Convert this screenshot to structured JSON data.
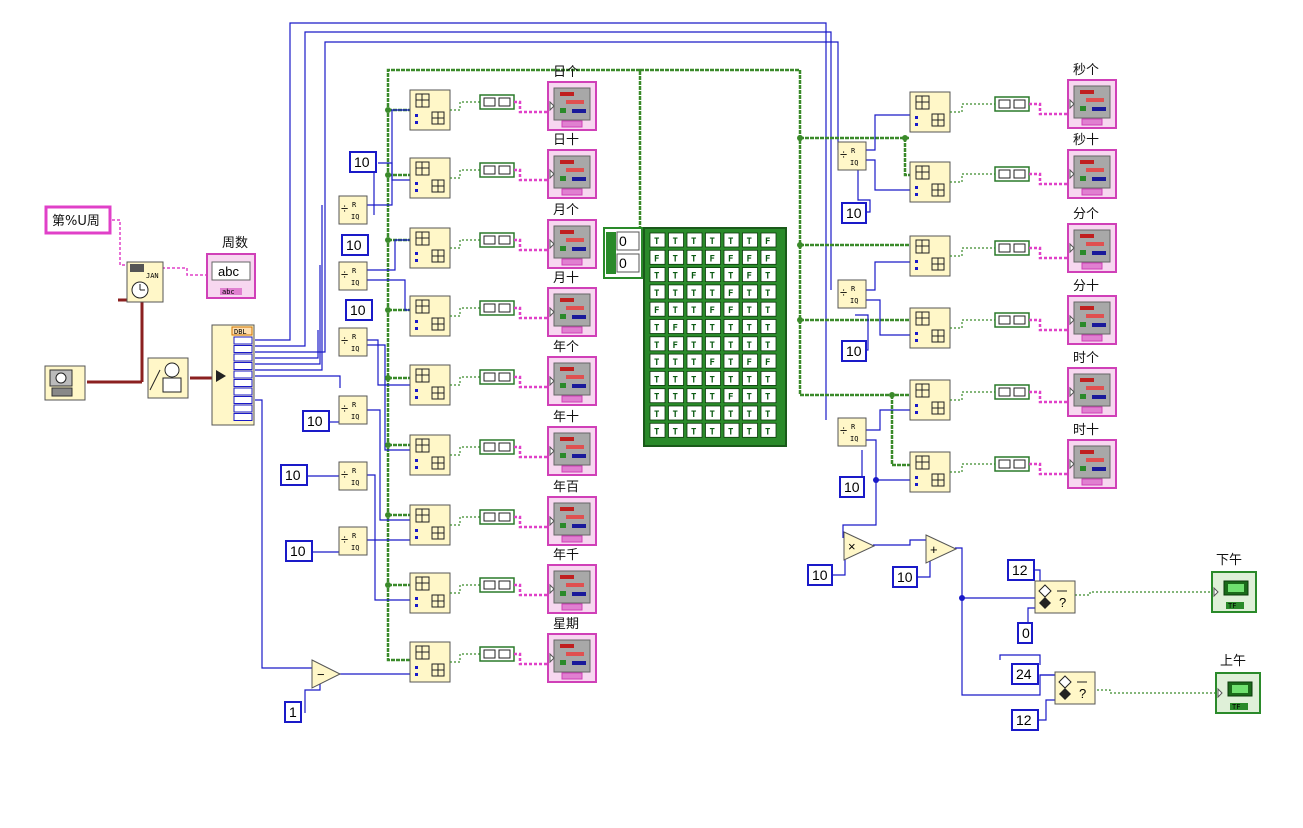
{
  "format_string": "第%U周",
  "week_indicator": {
    "label": "周数",
    "display": "abc"
  },
  "unbundle": {
    "header": "DBL"
  },
  "constants": {
    "ten": "10",
    "one": "1",
    "twelve": "12",
    "twentyfour": "24",
    "zero": "0"
  },
  "indicators": {
    "left": [
      "日个",
      "日十",
      "月个",
      "月十",
      "年个",
      "年十",
      "年百",
      "年千",
      "星期"
    ],
    "right": [
      "秒个",
      "秒十",
      "分个",
      "分十",
      "时个",
      "时十"
    ]
  },
  "bool_indicators": [
    "下午",
    "上午"
  ],
  "array_index": [
    "0",
    "0"
  ],
  "bool_array": [
    [
      "T",
      "T",
      "T",
      "T",
      "T",
      "T",
      "F"
    ],
    [
      "F",
      "T",
      "T",
      "F",
      "F",
      "F",
      "F"
    ],
    [
      "T",
      "T",
      "F",
      "T",
      "T",
      "F",
      "T"
    ],
    [
      "T",
      "T",
      "T",
      "T",
      "F",
      "T",
      "T"
    ],
    [
      "F",
      "T",
      "T",
      "F",
      "F",
      "T",
      "T"
    ],
    [
      "T",
      "F",
      "T",
      "T",
      "T",
      "T",
      "T"
    ],
    [
      "T",
      "F",
      "T",
      "T",
      "T",
      "T",
      "T"
    ],
    [
      "T",
      "T",
      "T",
      "F",
      "T",
      "F",
      "F"
    ],
    [
      "T",
      "T",
      "T",
      "T",
      "T",
      "T",
      "T"
    ],
    [
      "T",
      "T",
      "T",
      "T",
      "F",
      "T",
      "T"
    ],
    [
      "T",
      "T",
      "T",
      "T",
      "T",
      "T",
      "T"
    ],
    [
      "T",
      "T",
      "T",
      "T",
      "T",
      "T",
      "T"
    ]
  ],
  "node_glyphs": {
    "multiply": "×",
    "add": "+",
    "subtract": "−",
    "select": "?",
    "quotient": "R",
    "bool_tag": "TF",
    "string_tag": "abc",
    "time_tag": "JAN"
  },
  "colors": {
    "wire_numeric": "#1a1ac8",
    "wire_bool": "#3a8a2a",
    "wire_string": "#e040c8",
    "wire_timestamp": "#8b2020",
    "node_fill": "#fff7c8"
  }
}
